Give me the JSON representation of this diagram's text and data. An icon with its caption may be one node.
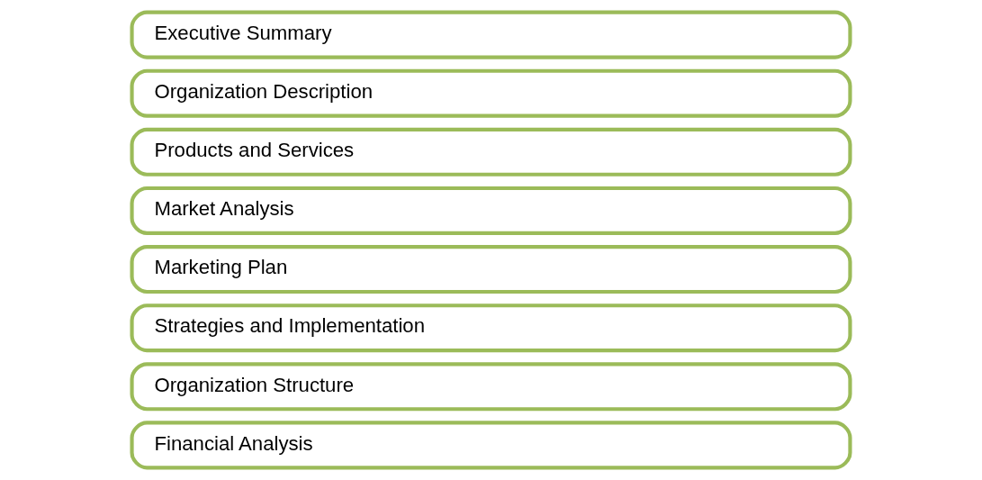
{
  "diagram": {
    "nodes": [
      {
        "text": [
          "Executive Summary"
        ]
      },
      {
        "text": [
          "Organization Description"
        ]
      },
      {
        "text": [
          "Products and Services"
        ]
      },
      {
        "text": [
          "Market Analysis"
        ]
      },
      {
        "text": [
          "Marketing Plan"
        ]
      },
      {
        "text": [
          "Strategies and Implementation"
        ]
      },
      {
        "text": [
          "Organization Structure"
        ]
      },
      {
        "text": [
          "Financial Analysis"
        ]
      }
    ]
  }
}
